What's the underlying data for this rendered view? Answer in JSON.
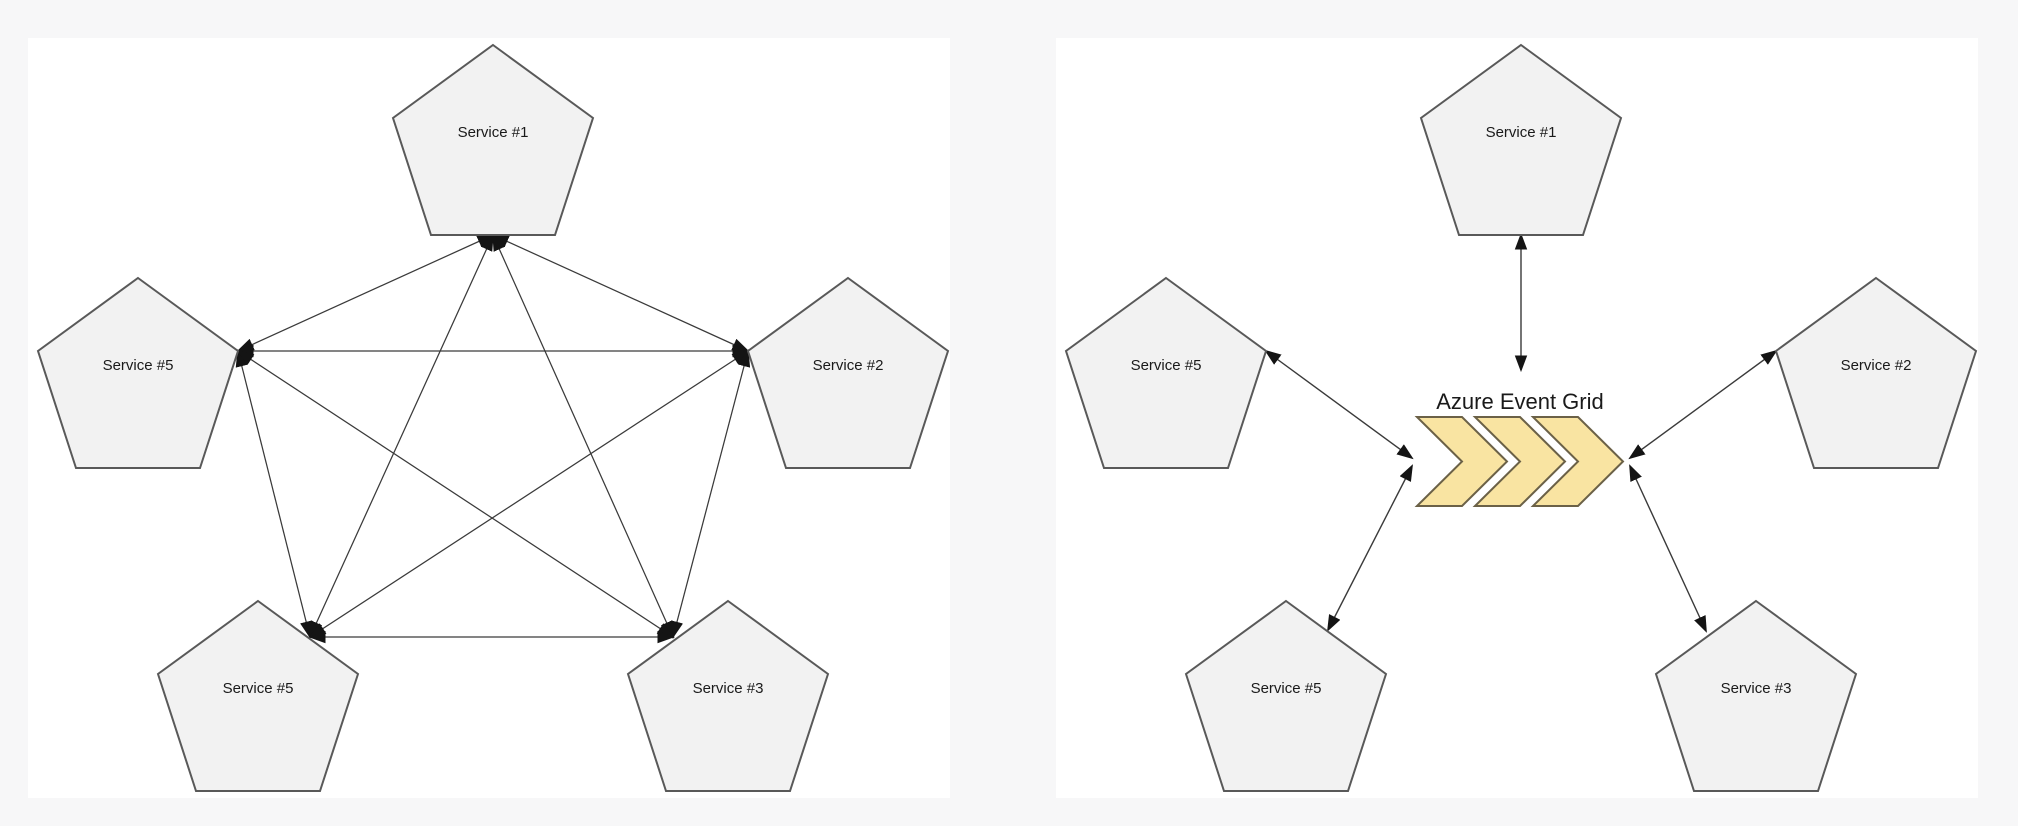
{
  "colors": {
    "page_bg": "#f7f7f8",
    "panel_bg": "#ffffff",
    "pentagon_fill": "#f2f2f2",
    "pentagon_stroke": "#595959",
    "line": "#3a3a3a",
    "arrowhead": "#141414",
    "chevron_fill": "#f9e4a2",
    "chevron_stroke": "#6b6147",
    "label": "#1a1a1a"
  },
  "left_diagram": {
    "nodes": {
      "top": "Service #1",
      "right": "Service #2",
      "bottom_right": "Service #3",
      "bottom_left": "Service #5",
      "left": "Service #5"
    }
  },
  "right_diagram": {
    "hub_label": "Azure Event Grid",
    "nodes": {
      "top": "Service #1",
      "right": "Service #2",
      "bottom_right": "Service #3",
      "bottom_left": "Service #5",
      "left": "Service #5"
    }
  }
}
